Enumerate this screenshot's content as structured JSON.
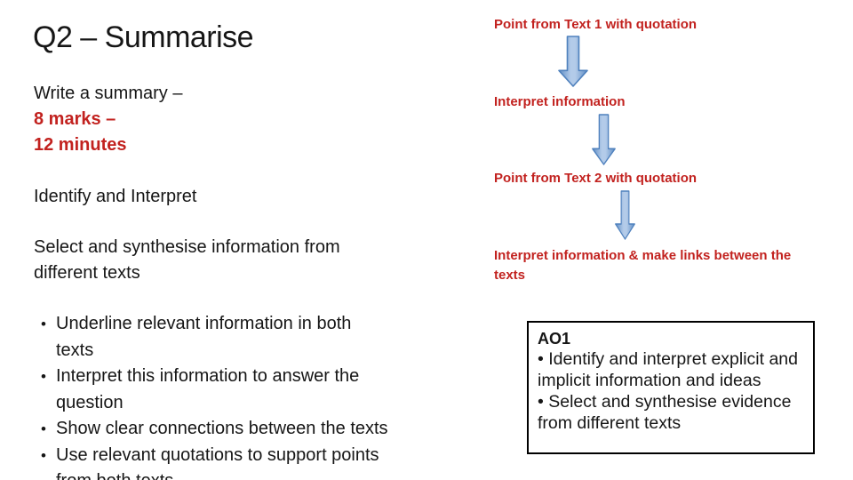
{
  "slide": {
    "title": "Q2 – Summarise",
    "intro": {
      "line1": "Write a summary –",
      "line2": "8 marks –",
      "line3": "12 minutes"
    },
    "skill": "Identify and Interpret",
    "objective": "Select and synthesise information from different texts",
    "bullet_char": "•",
    "bullets": [
      "Underline relevant information in both texts",
      "Interpret this information to answer the question",
      "Show clear connections between the texts",
      "Use relevant quotations to support points from both texts"
    ]
  },
  "flowchart": {
    "step1": "Point from Text 1 with quotation",
    "step2": "Interpret information",
    "step3": "Point from Text 2 with quotation",
    "step4": "Interpret information & make links between the texts",
    "arrow_icon": "down-block-arrow"
  },
  "ao_box": {
    "heading": "AO1",
    "lines": [
      "• Identify and interpret explicit and",
      "implicit information and ideas",
      "• Select and synthesise evidence",
      "from different texts"
    ]
  },
  "colors": {
    "red": "#c2221f",
    "ink": "#161616",
    "arrow_stroke": "#4f81bd",
    "arrow_fill_edge": "#5f8dc5",
    "arrow_fill_mid": "#b3cbe9",
    "box_border": "#000000"
  }
}
